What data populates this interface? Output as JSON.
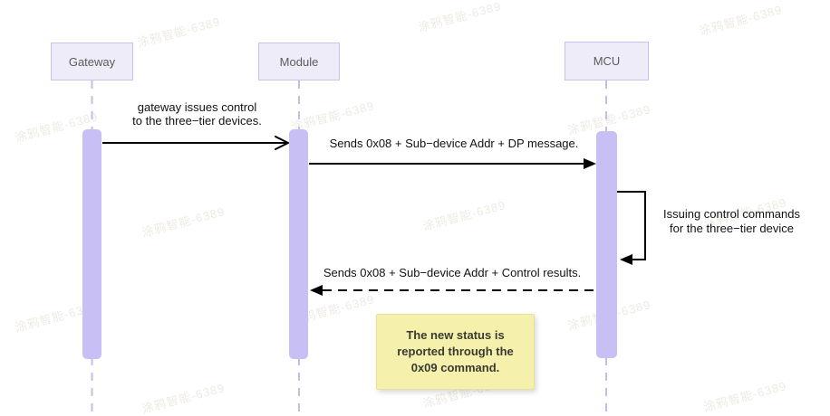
{
  "watermark": {
    "text": "涂鸦智能-6389"
  },
  "actors": {
    "gateway": "Gateway",
    "module": "Module",
    "mcu": "MCU"
  },
  "messages": {
    "msg1": {
      "line1": "gateway issues control",
      "line2": "to the three−tier devices."
    },
    "msg2": {
      "text": "Sends 0x08 + Sub−device Addr + DP message."
    },
    "self": {
      "line1": "Issuing control commands",
      "line2": "for the three−tier device"
    },
    "msg4": {
      "text": "Sends 0x08 + Sub−device Addr + Control results."
    }
  },
  "note": {
    "line1": "The new status is",
    "line2": "reported through the",
    "line3": "0x09 command."
  },
  "colors": {
    "actor-fill": "#EFECFA",
    "actor-border": "#C9C0ED",
    "actor-text": "#5b5b5b",
    "activation-fill": "#C8BFF4",
    "lifeline": "#C5BCE9",
    "note-fill": "#F5F0AC",
    "note-border": "#E9E19B",
    "note-text": "#3a3a30",
    "message-text": "#111111",
    "arrow": "#000000",
    "watermark-color": "#a99873"
  }
}
